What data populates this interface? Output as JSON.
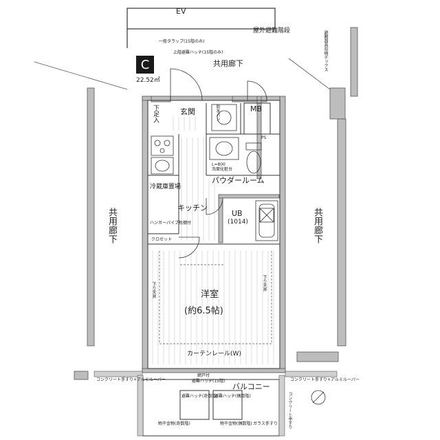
{
  "unit": {
    "letter": "C",
    "area": "22.52㎡"
  },
  "labels": {
    "ev": "EV",
    "outdoor_stairs": "屋外避難階段",
    "corridor_top": "共用廊下",
    "corridor_left": "共用廊下",
    "corridor_right": "共用廊下",
    "genkan": "玄関",
    "mb": "MB",
    "shoe_box": "下足入",
    "fire_protection": "防水パン",
    "ps": "PS",
    "powder_room": "パウダールーム",
    "kitchen": "キッチン",
    "ub": "UB",
    "ub_size": "(1014)",
    "fridge": "冷蔵庫置場",
    "hanger": "ハンガーパイプ枕棚付",
    "closet": "クロゼット",
    "room": "洋室",
    "room_size": "(約6.5帖)",
    "curtain_rail": "カーテンレール(W)",
    "balcony": "バルコニー",
    "escape_hatch_odd": "避難ハッチ(奇数階)",
    "escape_hatch_even": "避難ハッチ(偶数階)",
    "dryer_odd": "物干金物(奇数階)",
    "dryer_even": "物干金物(偶数階)",
    "glass_rail": "ガラス手すり",
    "concrete_rail_left": "コンクリート手すり+アルミルーバー",
    "concrete_rail_right": "コンクリート手すり+アルミルーバー",
    "concrete_rail_side": "コンクリート手すり",
    "screen_door": "網戸付",
    "escape_hatch_15": "避難ハッチ(15階)",
    "drop_ceiling": "下り天井",
    "wash_stand": "洗面化粧台",
    "shoe_note": "一般タラップ(15階のみ)",
    "top_note": "上階避難ハッチ(15階のみ)",
    "right_note": "避難器具収納ボックス",
    "senmen_note": "L=800"
  },
  "icons": [
    "compass-icon",
    "door-swing-icon",
    "stove-icon",
    "sink-icon",
    "toilet-icon",
    "bathtub-icon",
    "washbasin-icon",
    "washing-machine-icon"
  ]
}
